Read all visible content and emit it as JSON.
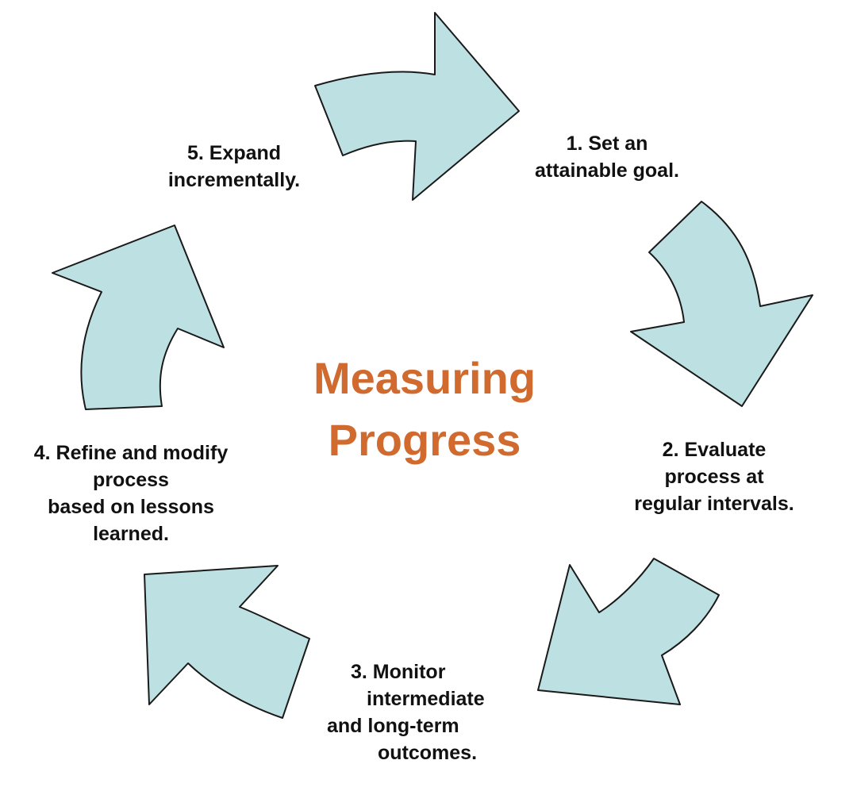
{
  "title": {
    "lines": [
      "Measuring",
      "Progress"
    ],
    "color": "#d06a2e"
  },
  "steps": [
    {
      "lines": [
        "1. Set an",
        "attainable goal."
      ]
    },
    {
      "lines": [
        "2. Evaluate",
        "process at",
        "regular intervals."
      ]
    },
    {
      "lines": [
        "3. Monitor",
        "intermediate",
        "and long-term",
        "outcomes."
      ]
    },
    {
      "lines": [
        "4. Refine and modify",
        "process",
        "based on lessons",
        "learned."
      ]
    },
    {
      "lines": [
        "5. Expand",
        "incrementally."
      ]
    }
  ],
  "colors": {
    "arrow_fill": "#bde0e2",
    "arrow_stroke": "#1a1a1a",
    "text": "#111111"
  }
}
